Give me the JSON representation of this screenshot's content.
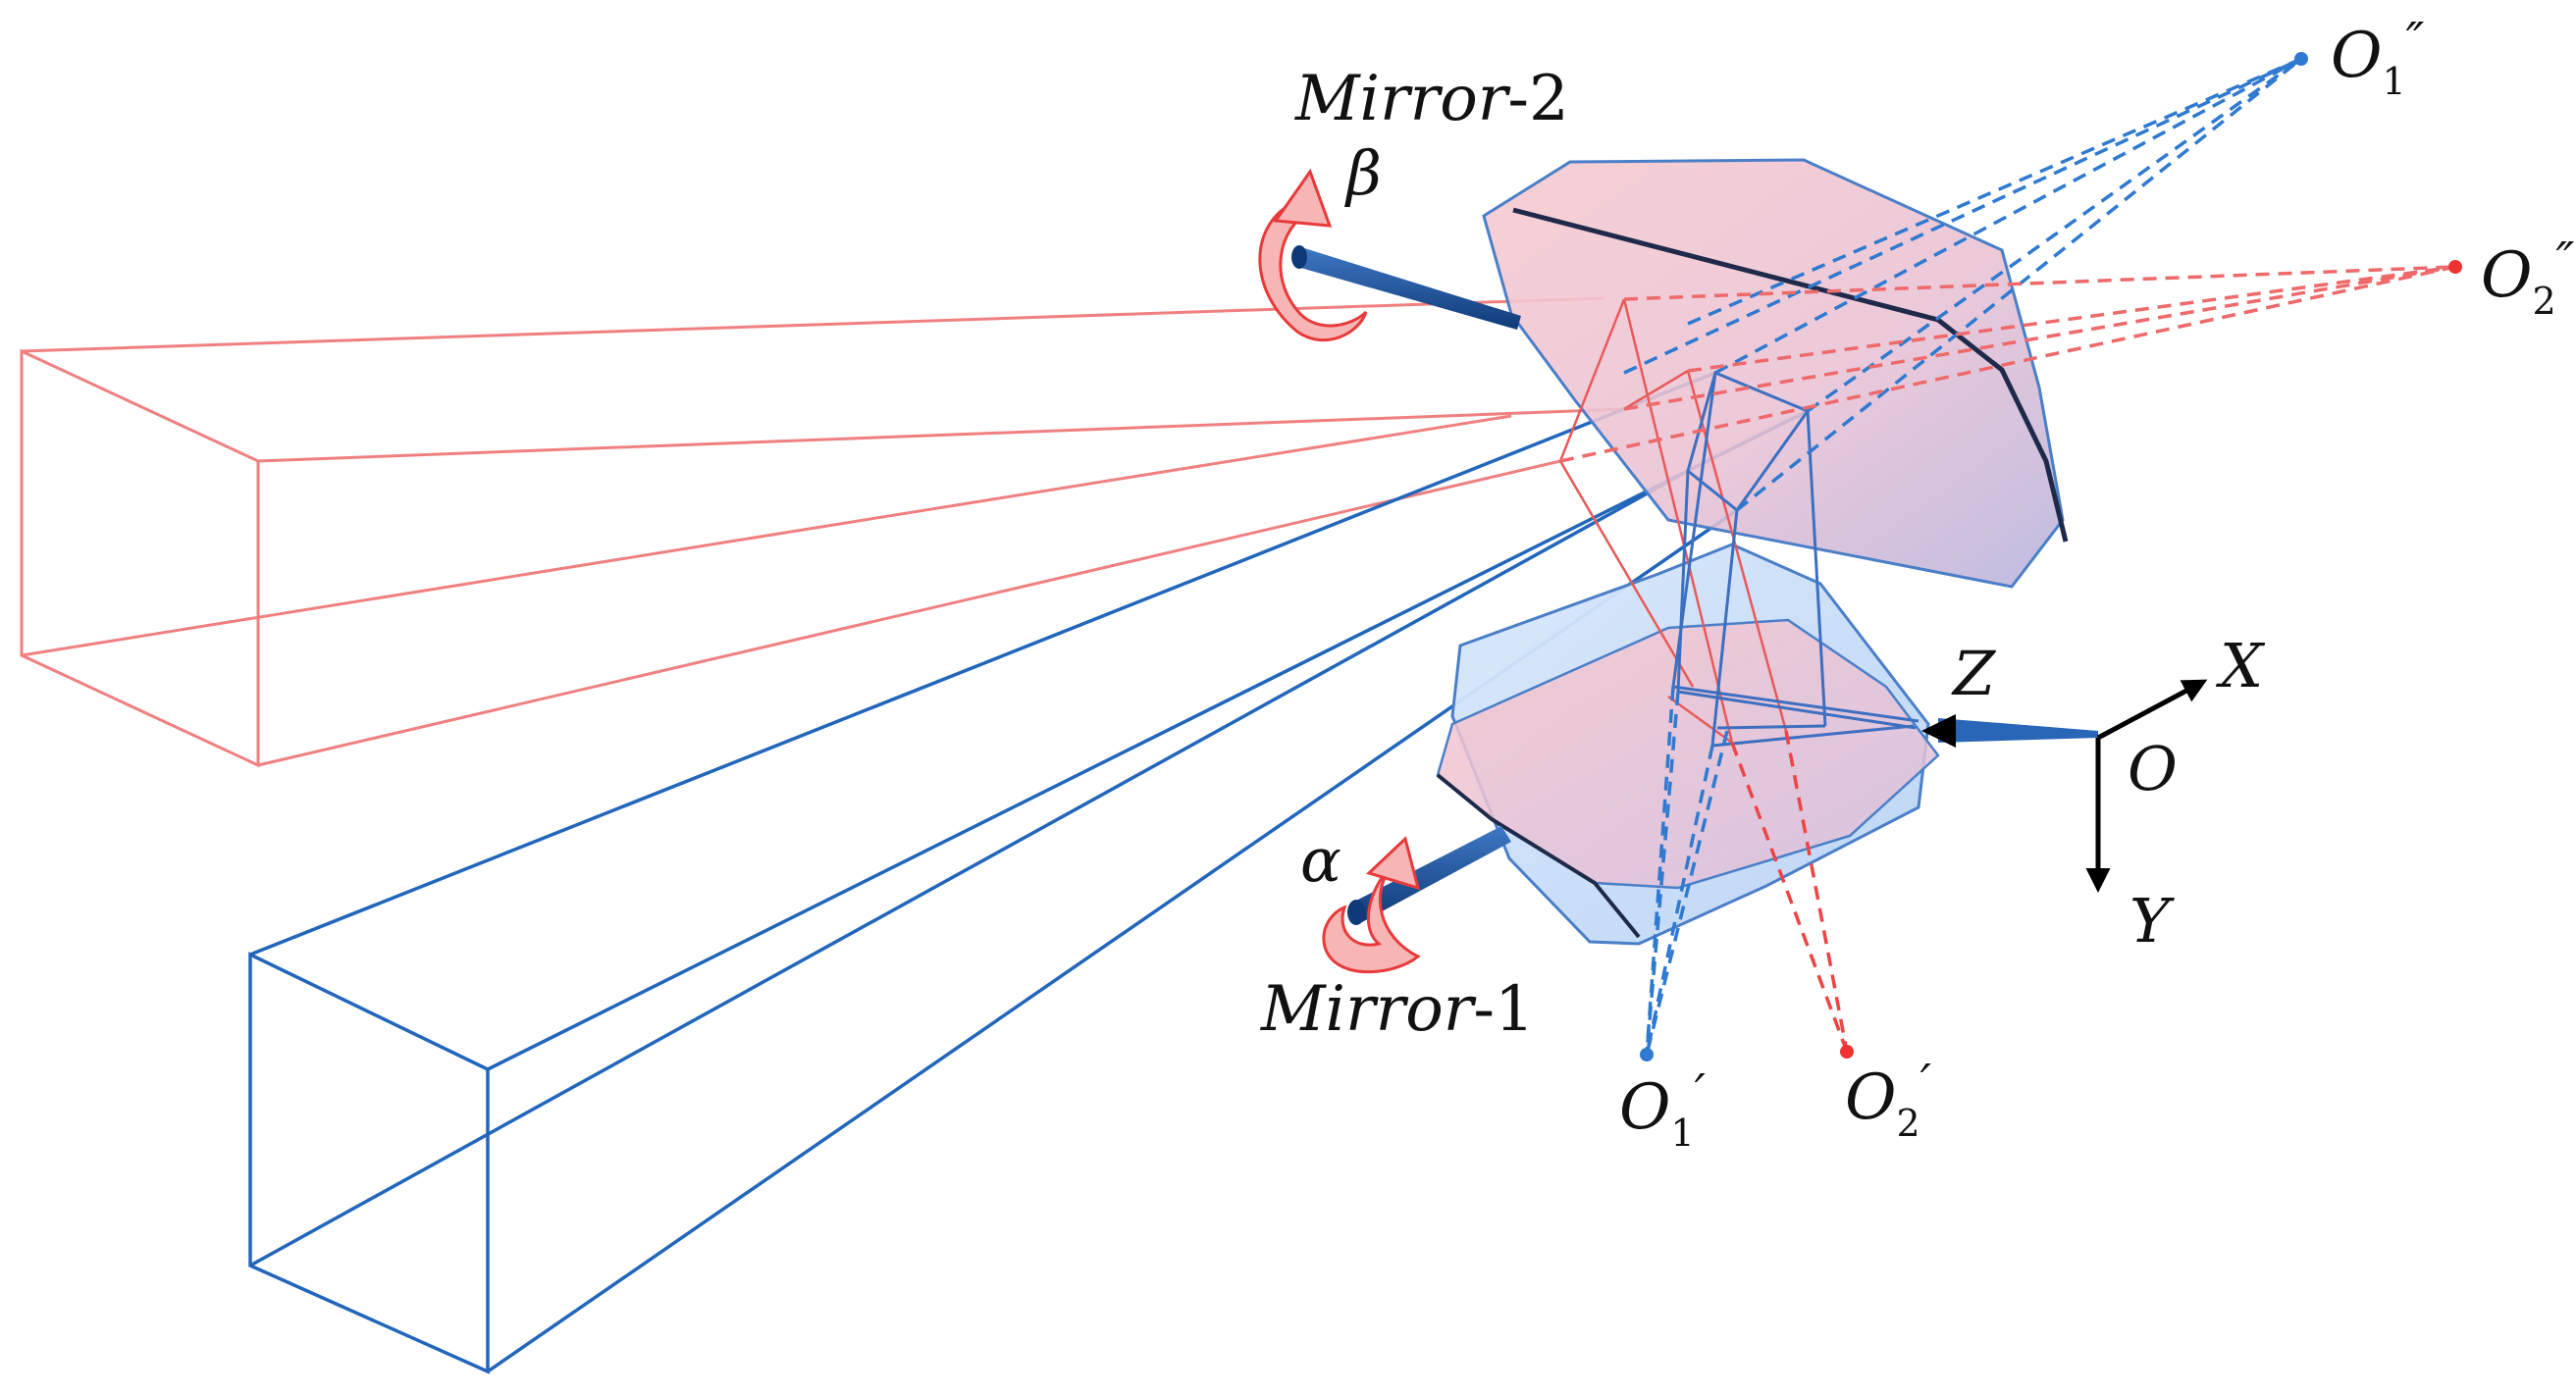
{
  "labels": {
    "mirror2": {
      "word": "Mirror",
      "num": "-2"
    },
    "mirror1": {
      "word": "Mirror",
      "num": "-1"
    },
    "beta": "β",
    "alpha": "α",
    "axes": {
      "x": "X",
      "y": "Y",
      "z": "Z",
      "origin": "O"
    },
    "points": {
      "o1pp": {
        "base": "O",
        "sub": "1",
        "mark": "″"
      },
      "o2pp": {
        "base": "O",
        "sub": "2",
        "mark": "″"
      },
      "o1p": {
        "base": "O",
        "sub": "1",
        "mark": "′"
      },
      "o2p": {
        "base": "O",
        "sub": "2",
        "mark": "′"
      }
    }
  },
  "colors": {
    "red_beam": "#f08080",
    "red_dash": "#ee4444",
    "blue_beam": "#2266bb",
    "blue_dash": "#2f7ad0",
    "mirror_edge": "#4a7fc8",
    "rotation_arrow": "#e83a3a",
    "shaft": "#1a4f9a",
    "axis": "#000000"
  }
}
